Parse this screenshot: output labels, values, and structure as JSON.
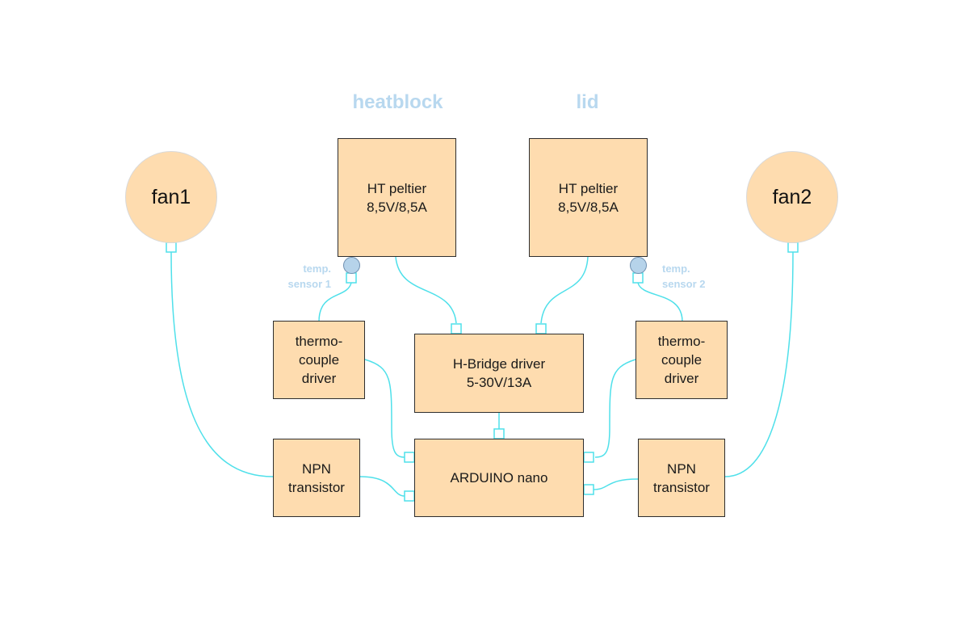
{
  "labels": {
    "heatblock": "heatblock",
    "lid": "lid"
  },
  "fans": {
    "fan1": "fan1",
    "fan2": "fan2"
  },
  "peltiers": {
    "left": {
      "line1": "HT peltier",
      "line2": "8,5V/8,5A"
    },
    "right": {
      "line1": "HT peltier",
      "line2": "8,5V/8,5A"
    }
  },
  "sensors": {
    "s1": {
      "line1": "temp.",
      "line2": "sensor 1"
    },
    "s2": {
      "line1": "temp.",
      "line2": "sensor 2"
    }
  },
  "thermo_drivers": {
    "left": {
      "line1": "thermo-",
      "line2": "couple",
      "line3": "driver"
    },
    "right": {
      "line1": "thermo-",
      "line2": "couple",
      "line3": "driver"
    }
  },
  "hbridge": {
    "line1": "H-Bridge driver",
    "line2": "5-30V/13A"
  },
  "arduino": {
    "label": "ARDUINO nano"
  },
  "transistors": {
    "left": {
      "line1": "NPN",
      "line2": "transistor"
    },
    "right": {
      "line1": "NPN",
      "line2": "transistor"
    }
  },
  "colors": {
    "box_fill": "#fedcaf",
    "box_border": "#2e2e2e",
    "wire": "#4fe0ea",
    "label": "#b8d8ef",
    "sensor_fill": "#b6d3ea"
  }
}
